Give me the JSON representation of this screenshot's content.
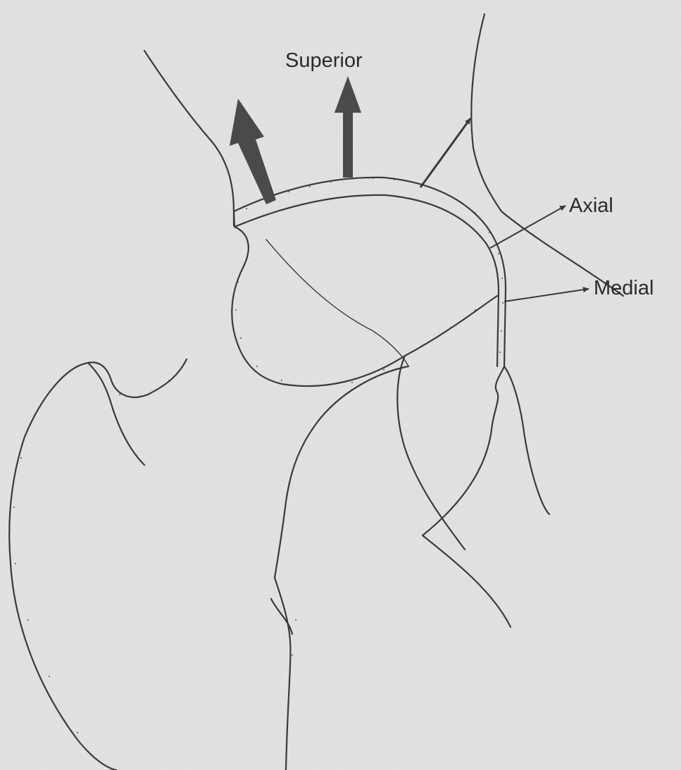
{
  "diagram": {
    "labels": {
      "superior": "Superior",
      "axial": "Axial",
      "medial": "Medial"
    },
    "colors": {
      "background": "#e4e4e4",
      "outline": "#3a3a3a",
      "arrow_dark": "#4a4a4a",
      "text": "#2b2b2b"
    }
  }
}
